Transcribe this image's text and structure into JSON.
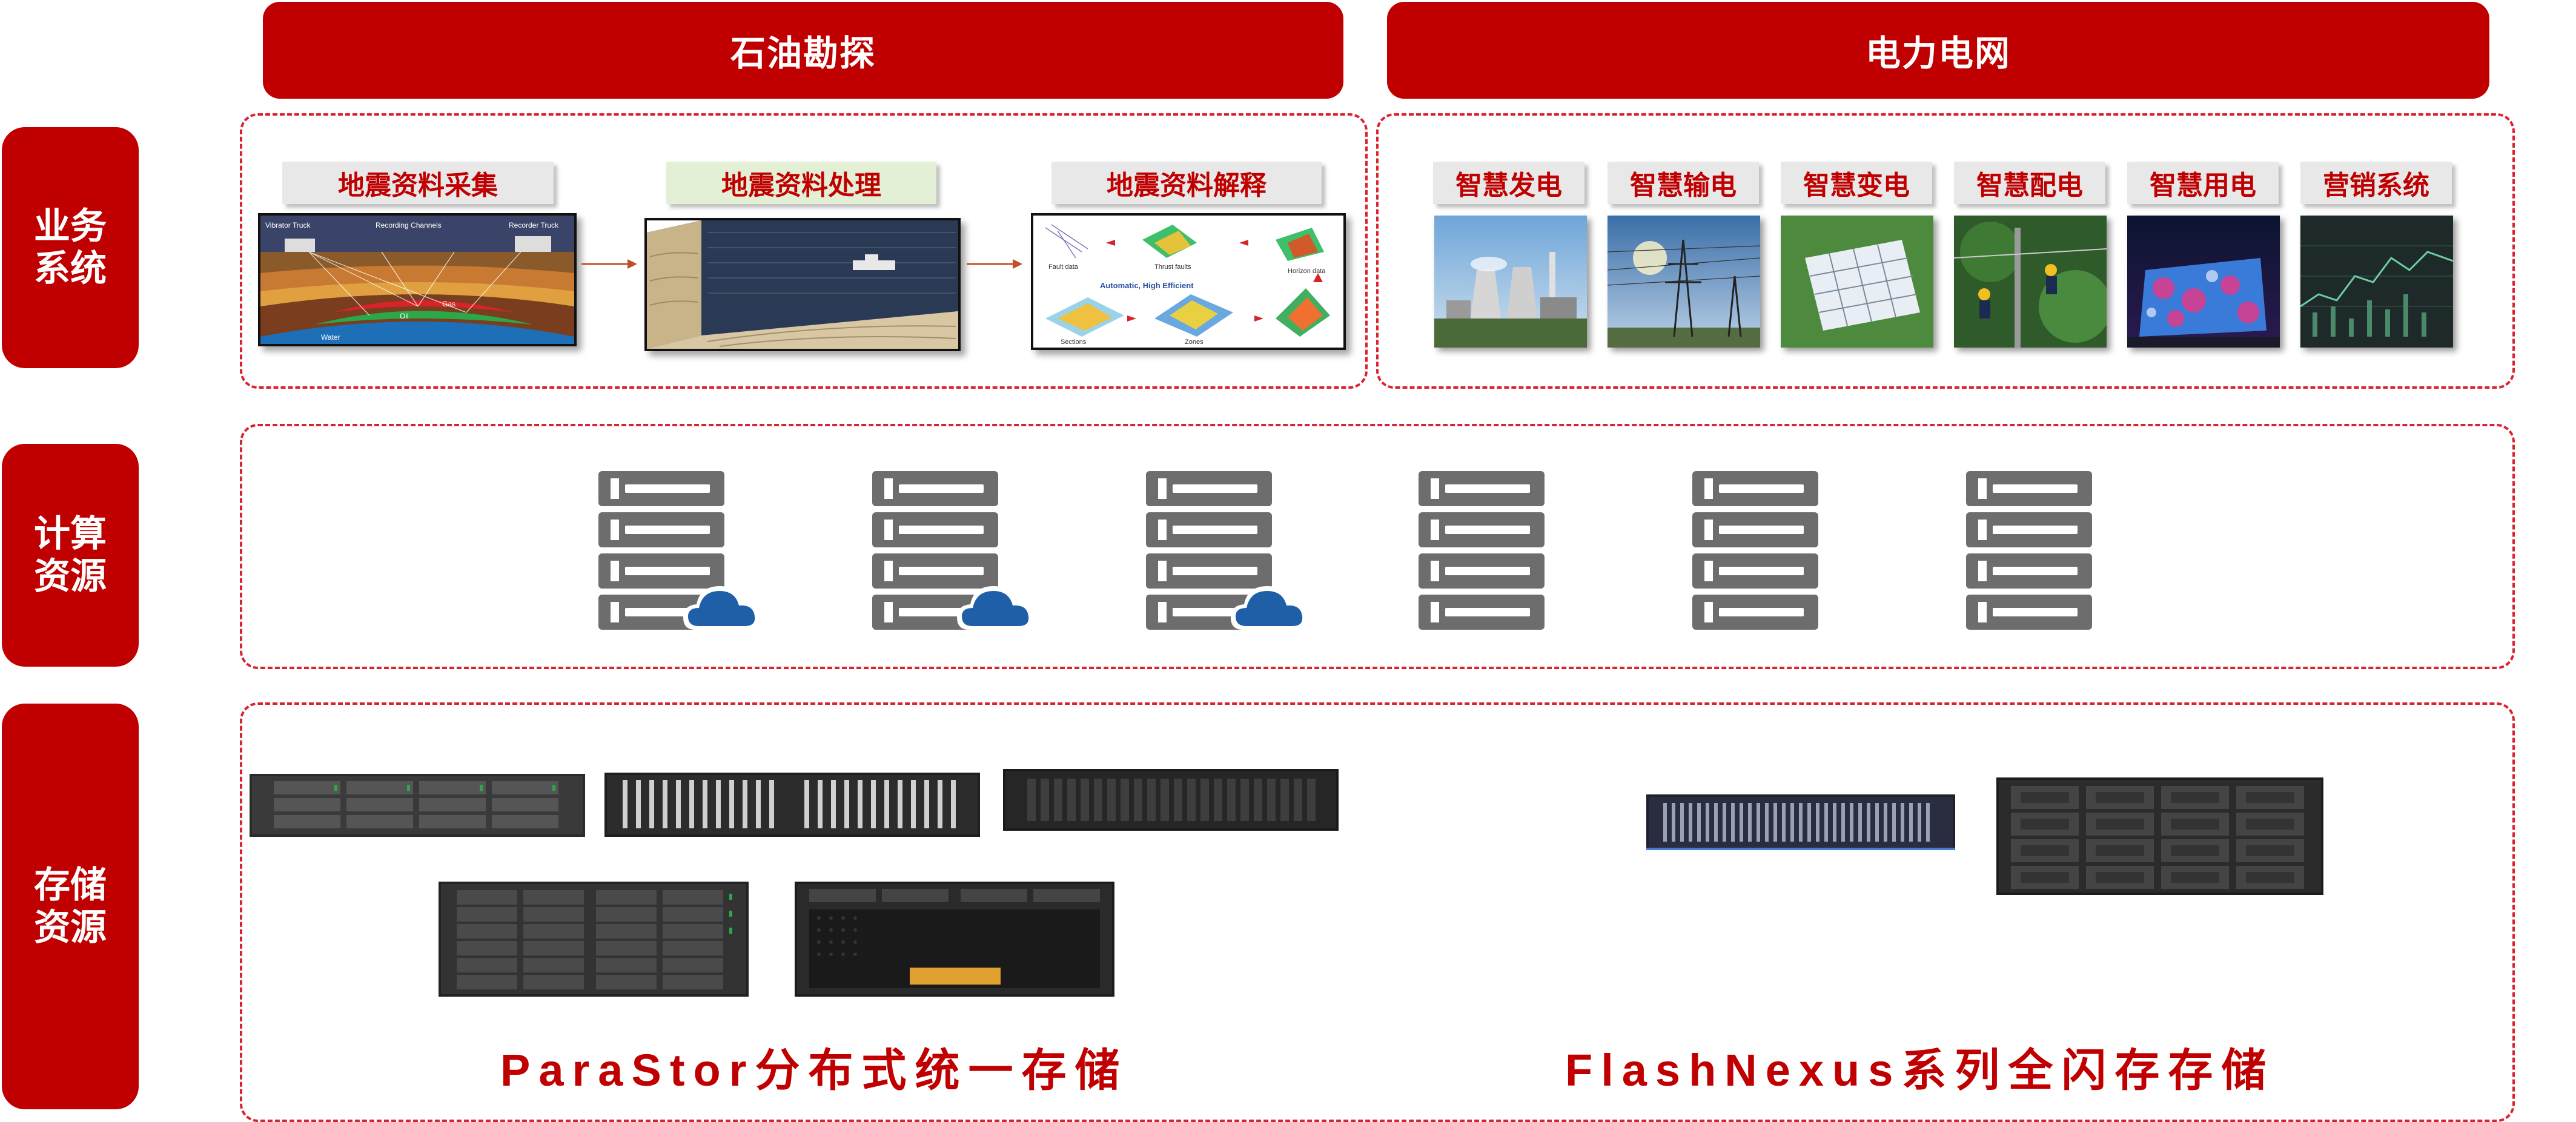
{
  "headers": {
    "oil": "石油勘探",
    "power": "电力电网"
  },
  "rows": {
    "business": {
      "line1": "业务",
      "line2": "系统"
    },
    "compute": {
      "line1": "计算",
      "line2": "资源"
    },
    "storage": {
      "line1": "存储",
      "line2": "资源"
    }
  },
  "oil_stages": {
    "acquisition": {
      "label": "地震资料采集",
      "diagram_text": {
        "vibrator_truck": "Vibrator Truck",
        "recording_channels": "Recording Channels",
        "recorder_truck": "Recorder Truck",
        "gas": "Gas",
        "oil": "Oil",
        "water": "Water"
      }
    },
    "processing": {
      "label": "地震资料处理"
    },
    "interpretation": {
      "label": "地震资料解释",
      "diagram_text": {
        "fault_data": "Fault data",
        "thrust_faults": "Thrust faults",
        "automatic": "Automatic, High Efficient",
        "horizon_data": "Horizon data",
        "sections": "Sections",
        "zones": "Zones"
      }
    }
  },
  "power_items": [
    {
      "label": "智慧发电",
      "icon": "power-plant-photo"
    },
    {
      "label": "智慧输电",
      "icon": "transmission-tower-photo"
    },
    {
      "label": "智慧变电",
      "icon": "solar-panel-photo"
    },
    {
      "label": "智慧配电",
      "icon": "lineworker-photo"
    },
    {
      "label": "智慧用电",
      "icon": "illuminated-building-photo"
    },
    {
      "label": "营销系统",
      "icon": "stock-chart-photo"
    }
  ],
  "compute_servers": [
    {
      "icon": "server-cloud-icon",
      "cloud": true
    },
    {
      "icon": "server-cloud-icon",
      "cloud": true
    },
    {
      "icon": "server-cloud-icon",
      "cloud": true
    },
    {
      "icon": "server-icon",
      "cloud": false
    },
    {
      "icon": "server-icon",
      "cloud": false
    },
    {
      "icon": "server-icon",
      "cloud": false
    }
  ],
  "storage": {
    "parastor_caption": "ParaStor分布式统一存储",
    "flashnexus_caption": "FlashNexus系列全闪存存储"
  },
  "colors": {
    "brand_red": "#c00000",
    "frame_dash": "#d9232e",
    "server_gray": "#6d6d6d",
    "cloud_blue": "#1f5fa8"
  }
}
